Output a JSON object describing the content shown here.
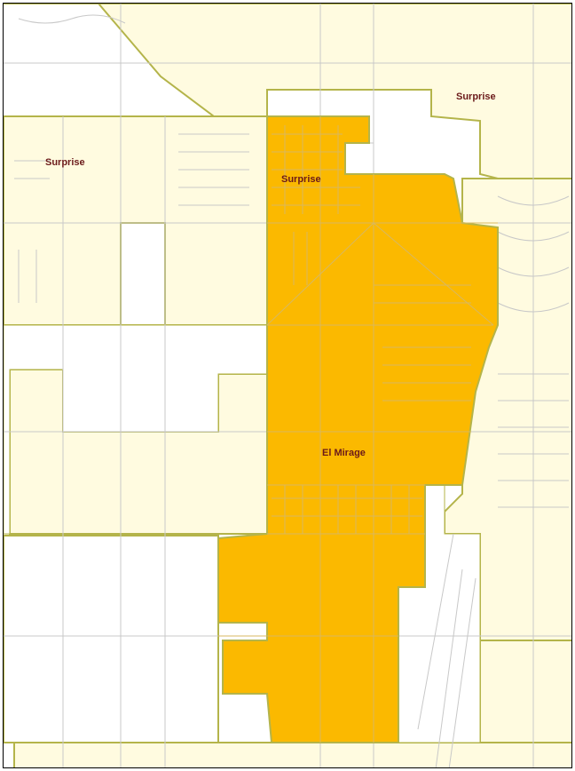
{
  "map": {
    "colors": {
      "background": "#ffffff",
      "surrounding_city": "#fffbe0",
      "selected_city": "#fbb900",
      "boundary": "#b4b44a",
      "street": "#c8c8c8",
      "label": "#6b1a1a"
    },
    "labels": {
      "surprise_west": "Surprise",
      "surprise_center": "Surprise",
      "surprise_northeast": "Surprise",
      "el_mirage": "El Mirage"
    },
    "highlighted_place": "El Mirage",
    "neighboring_place": "Surprise"
  }
}
